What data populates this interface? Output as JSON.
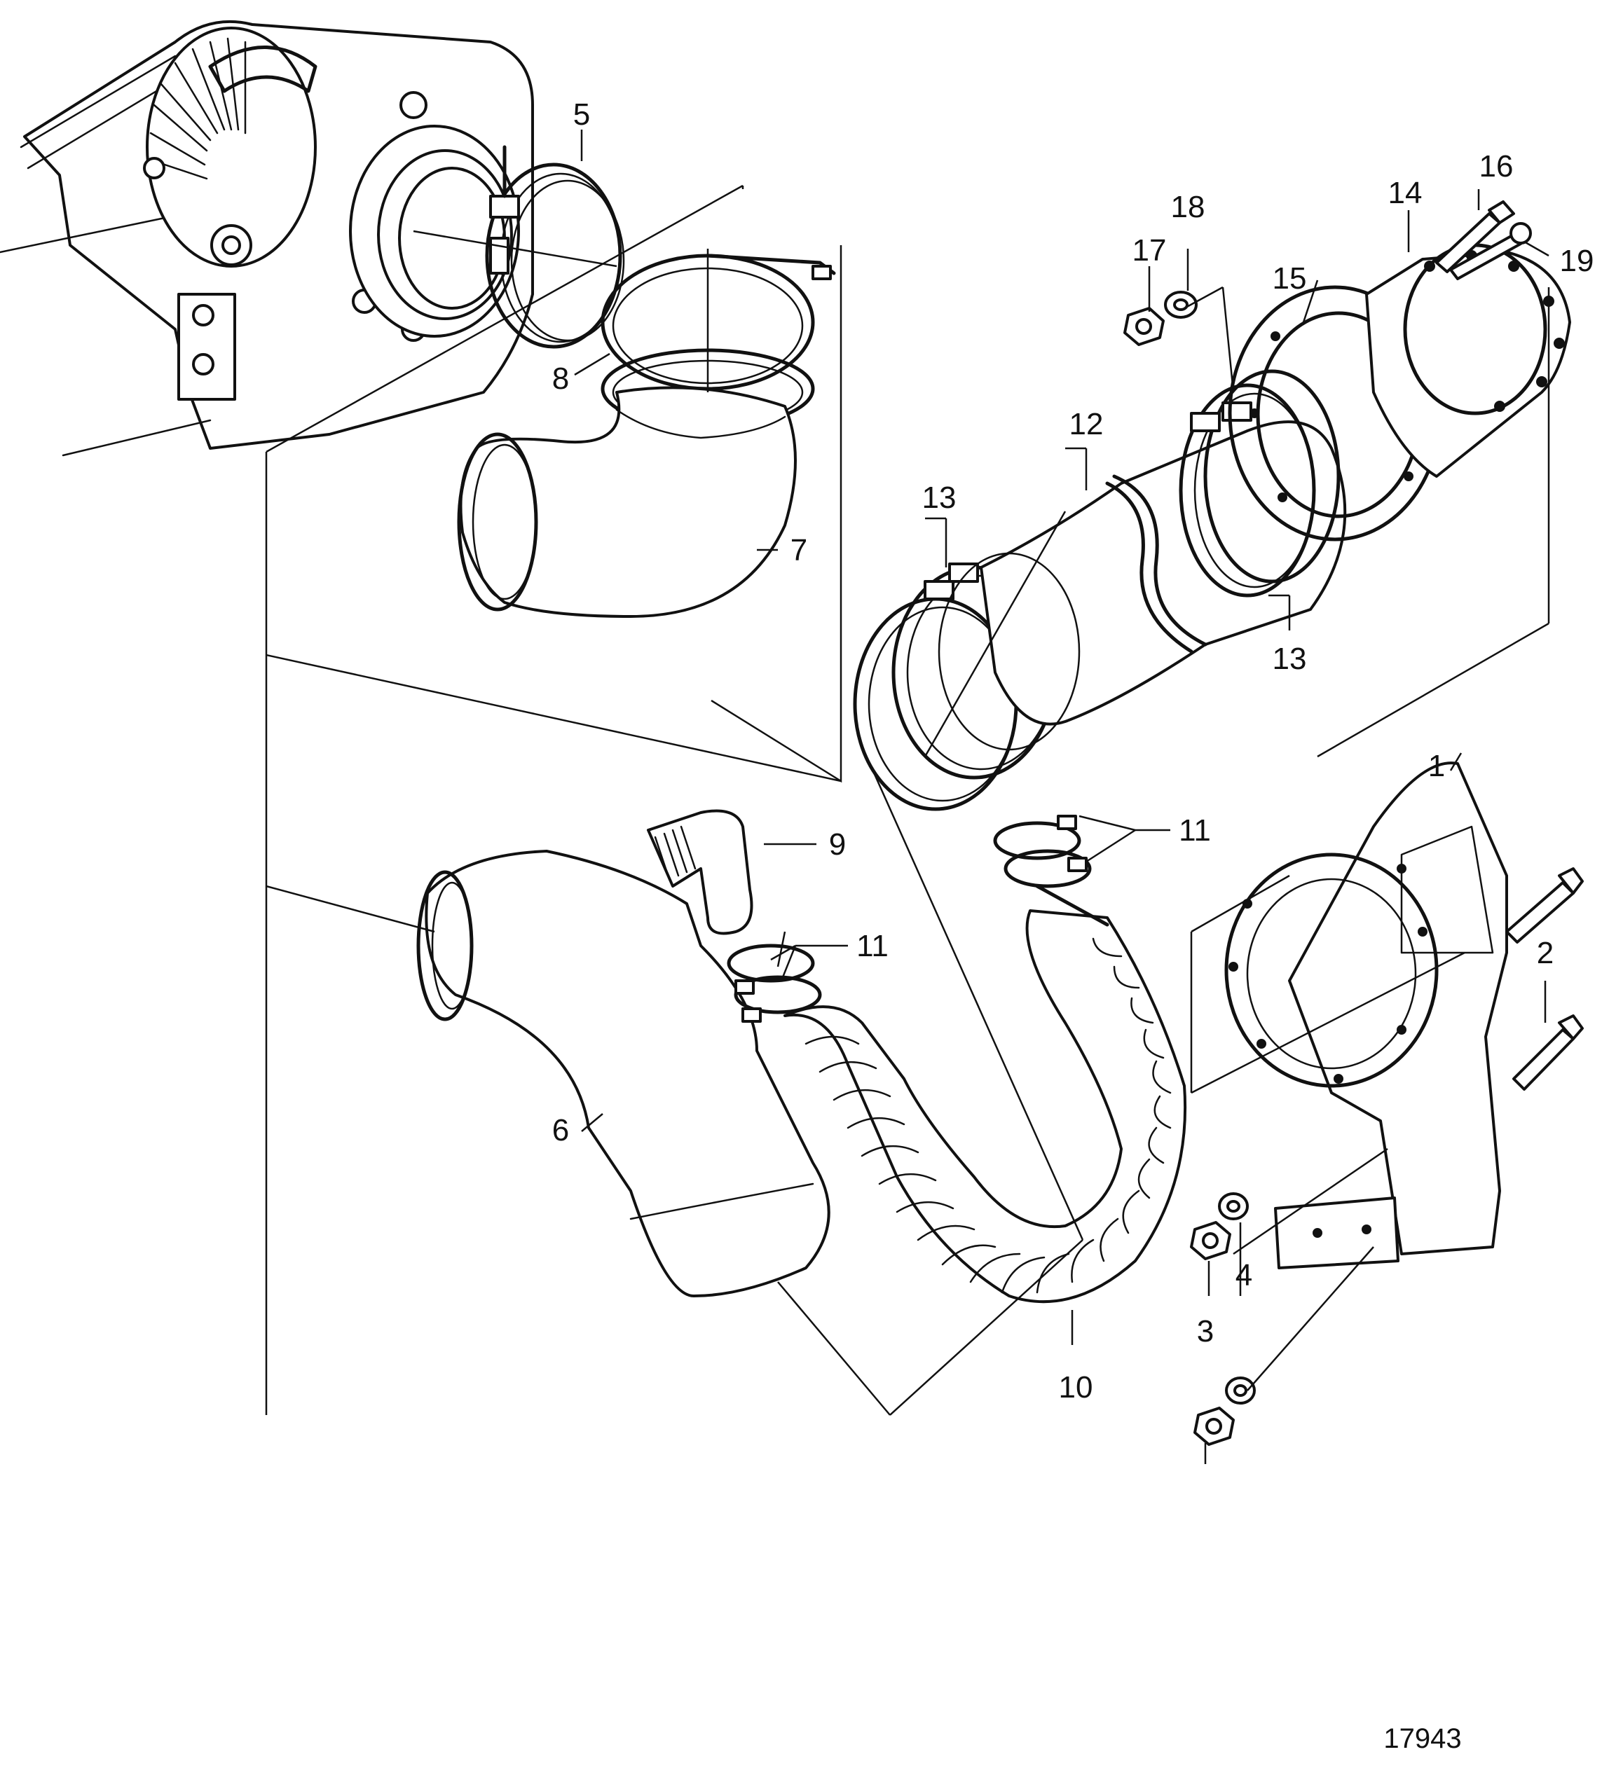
{
  "labels": {
    "p1": "1",
    "p2": "2",
    "p3": "3",
    "p4": "4",
    "p5": "5",
    "p6": "6",
    "p7": "7",
    "p8": "8",
    "p9": "9",
    "p10": "10",
    "p11a": "11",
    "p11b": "11",
    "p12": "12",
    "p13a": "13",
    "p13b": "13",
    "p14": "14",
    "p15": "15",
    "p16": "16",
    "p17": "17",
    "p18": "18",
    "p19": "19"
  },
  "drawing_number": "17943",
  "colors": {
    "ink": "#111111",
    "paper": "#ffffff"
  }
}
